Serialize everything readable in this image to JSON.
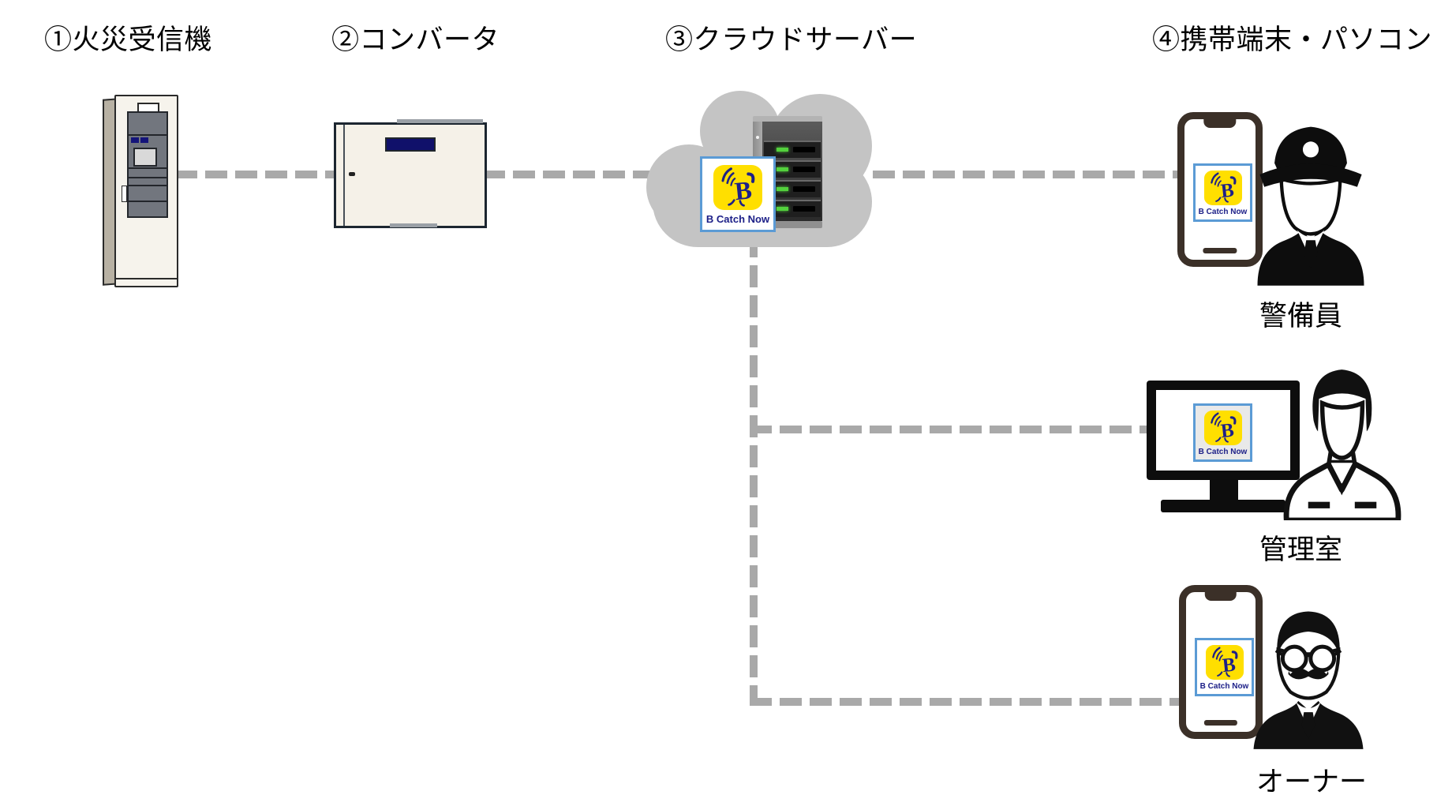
{
  "steps": {
    "receiver": "①火災受信機",
    "converter": "②コンバータ",
    "cloud_server": "③クラウドサーバー",
    "devices": "④携帯端末・パソコン"
  },
  "app": {
    "name": "B Catch Now",
    "mascot_letter": "B"
  },
  "endpoints": {
    "guard": "警備員",
    "control_room": "管理室",
    "owner": "オーナー"
  },
  "icons": {
    "fire-receiver-cabinet": "css-shape",
    "converter-box": "css-shape",
    "cloud": "css-cloud-circles",
    "server-rack": "css-shape",
    "bcatchnow-app": "svg-mascot-B-with-radio-waves",
    "smartphone": "css-frame",
    "desktop-monitor": "css-frame",
    "security-guard-person": "svg-silhouette",
    "manager-person": "svg-silhouette",
    "owner-person": "svg-silhouette"
  },
  "colors": {
    "connector_gray": "#a9a9a9",
    "cloud_gray": "#c4c4c4",
    "app_yellow": "#ffdf00",
    "app_navy": "#1d2088",
    "icon_frame_blue": "#5b9bd5",
    "device_cream": "#f5f1e8",
    "converter_label_navy": "#10106a",
    "panel_gray": "#72767e",
    "led_green": "#53d13d",
    "silhouette_black": "#0d0d0d"
  }
}
